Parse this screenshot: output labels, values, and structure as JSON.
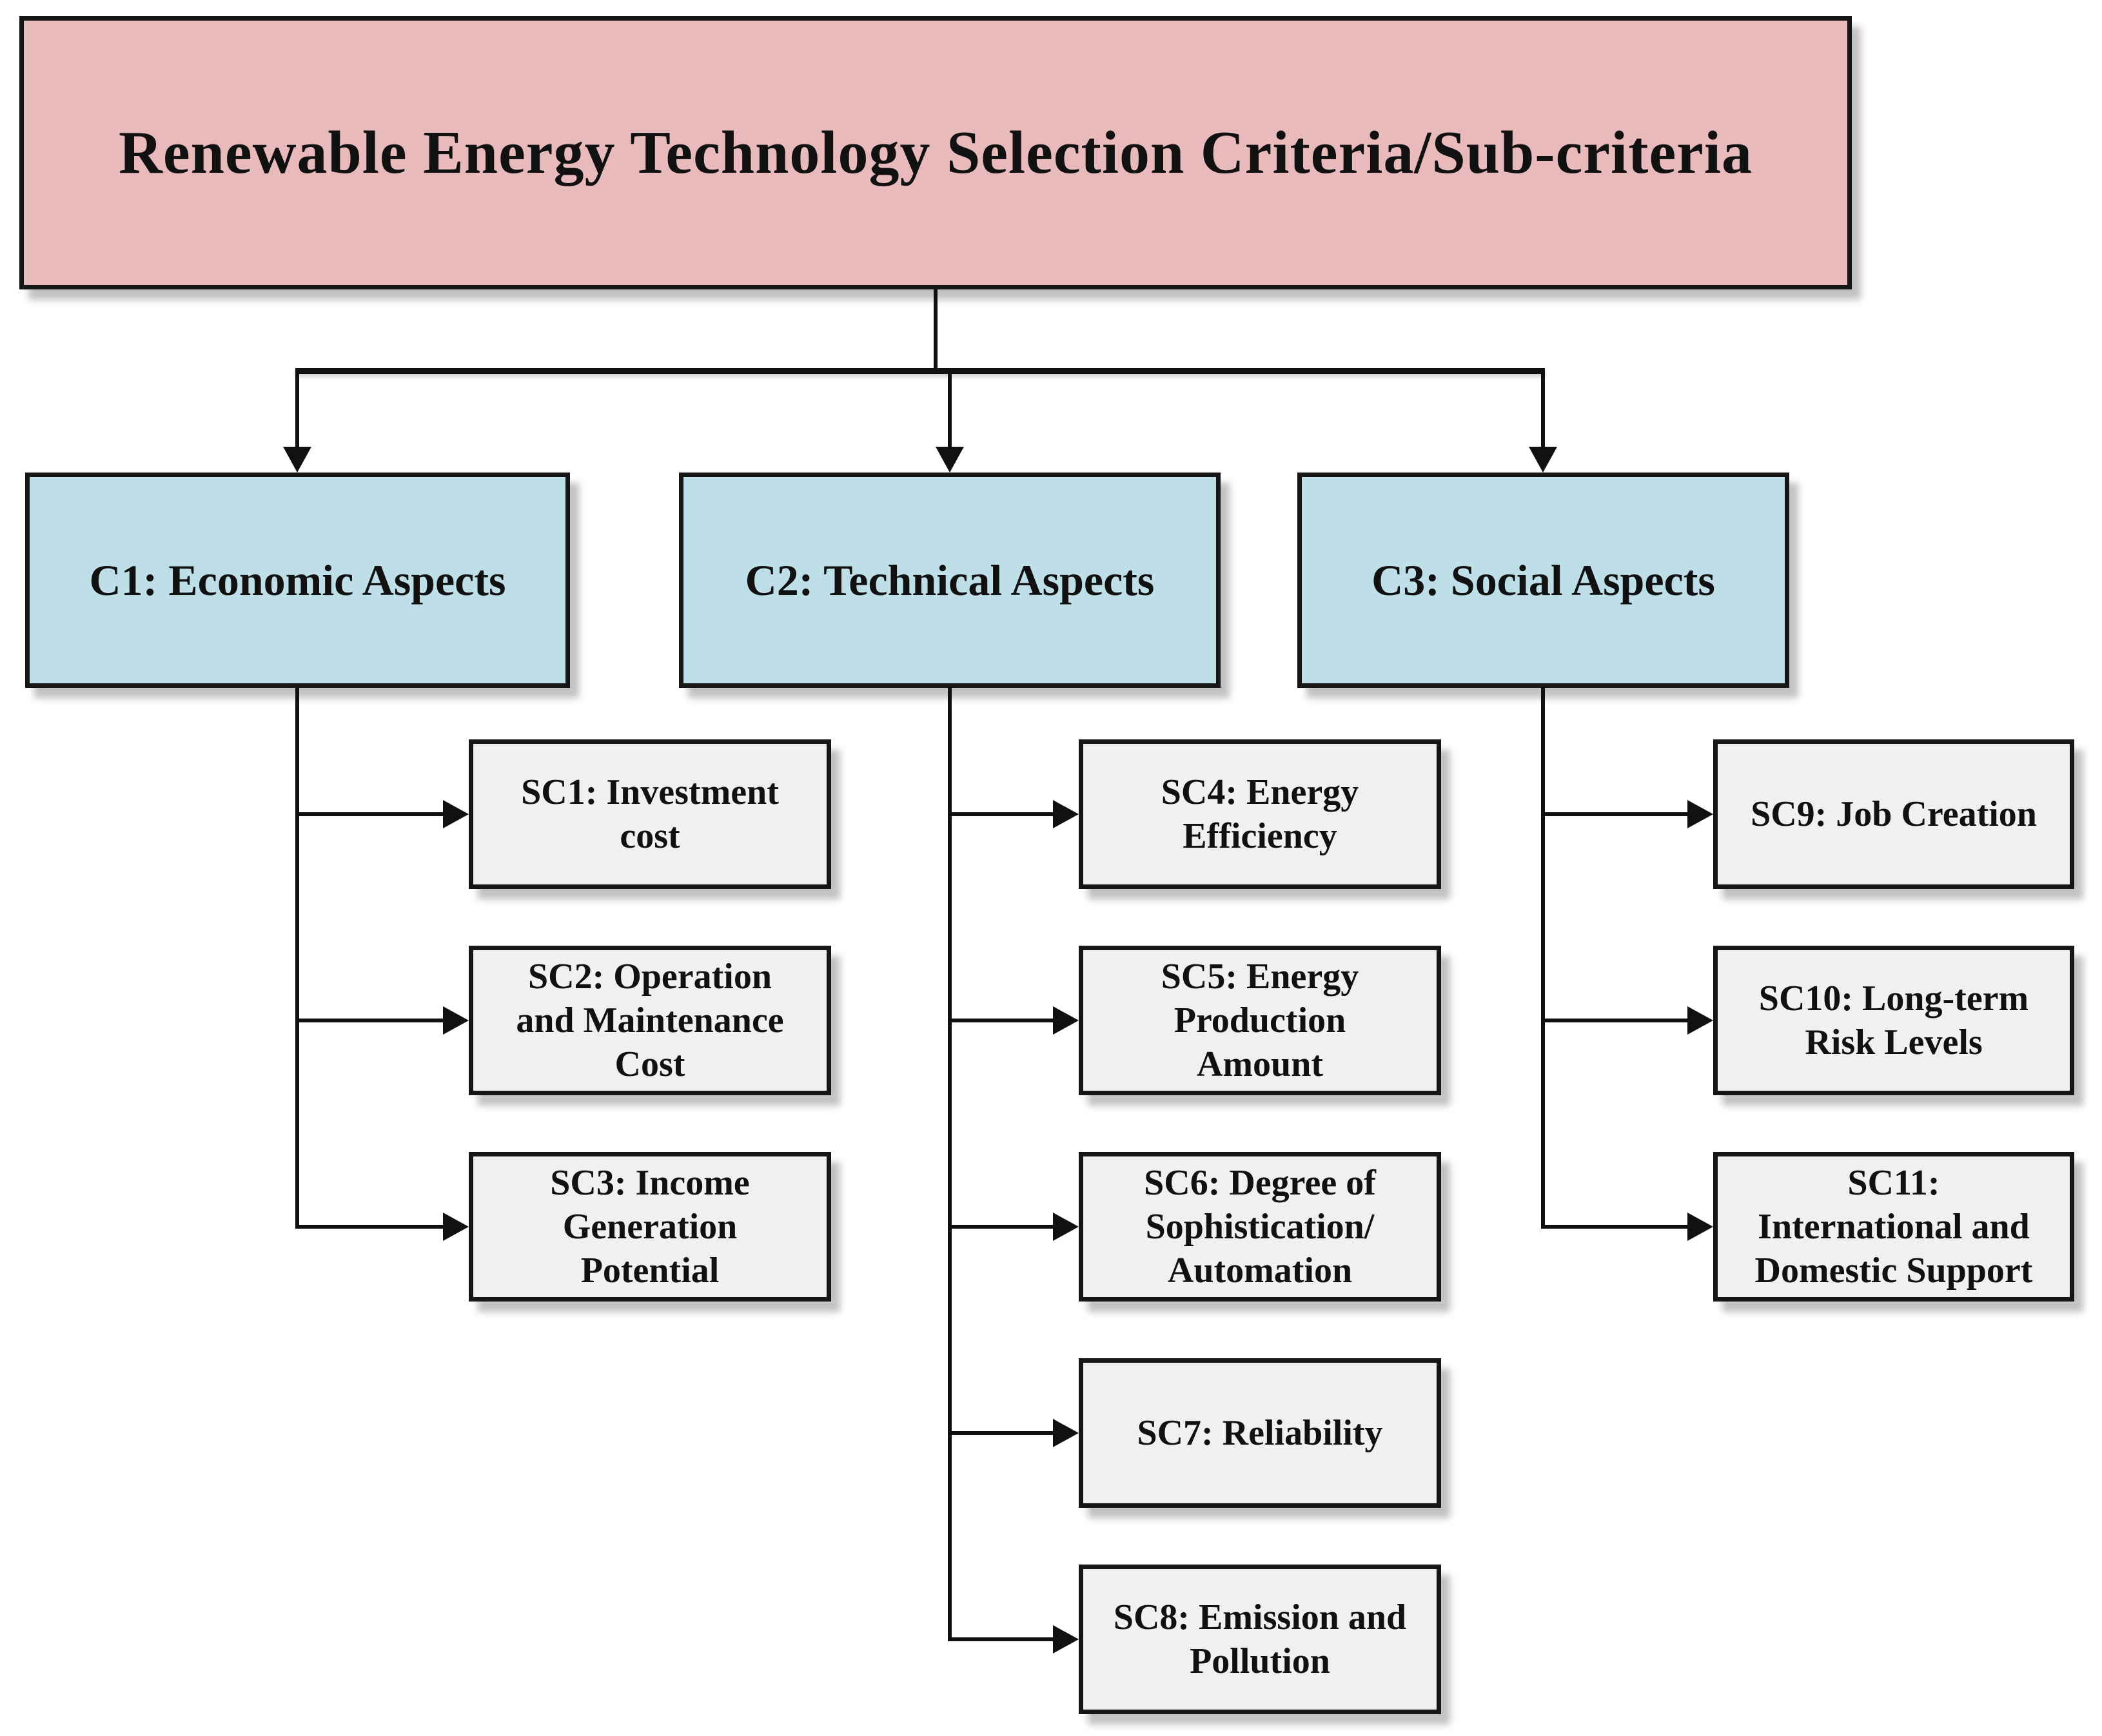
{
  "diagram": {
    "title": "Renewable Energy Technology Selection Criteria/Sub-criteria",
    "colors": {
      "title_fill": "#e9babc",
      "criteria_fill": "#bedee8",
      "subcriteria_fill": "#f0f0f0",
      "border": "#161616",
      "text": "#111111",
      "background": "#ffffff"
    },
    "criteria": [
      {
        "id": "C1",
        "label": "C1: Economic Aspects",
        "subcriteria": [
          {
            "id": "SC1",
            "label": "SC1: Investment\ncost"
          },
          {
            "id": "SC2",
            "label": "SC2: Operation\nand Maintenance\nCost"
          },
          {
            "id": "SC3",
            "label": "SC3: Income\nGeneration\nPotential"
          }
        ]
      },
      {
        "id": "C2",
        "label": "C2: Technical Aspects",
        "subcriteria": [
          {
            "id": "SC4",
            "label": "SC4: Energy\nEfficiency"
          },
          {
            "id": "SC5",
            "label": "SC5: Energy\nProduction\nAmount"
          },
          {
            "id": "SC6",
            "label": "SC6: Degree of\nSophistication/\nAutomation"
          },
          {
            "id": "SC7",
            "label": "SC7: Reliability"
          },
          {
            "id": "SC8",
            "label": "SC8: Emission and\nPollution"
          }
        ]
      },
      {
        "id": "C3",
        "label": "C3: Social Aspects",
        "subcriteria": [
          {
            "id": "SC9",
            "label": "SC9: Job Creation"
          },
          {
            "id": "SC10",
            "label": "SC10: Long-term\nRisk Levels"
          },
          {
            "id": "SC11",
            "label": "SC11:\nInternational and\nDomestic Support"
          }
        ]
      }
    ]
  }
}
